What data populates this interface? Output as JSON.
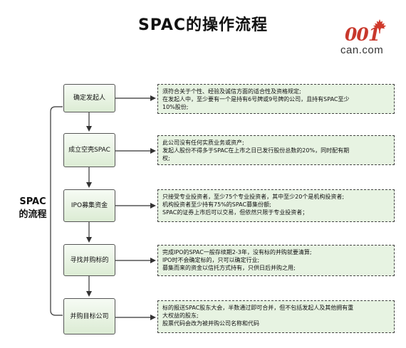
{
  "title": "SPAC的操作流程",
  "logo": {
    "number": "001",
    "domain": "can.com"
  },
  "side_label": [
    "SPAC",
    "的流程"
  ],
  "steps": [
    {
      "label": "确定发起人"
    },
    {
      "label": "成立空壳SPAC"
    },
    {
      "label": "IPO募集资金"
    },
    {
      "label": "寻找并购标的"
    },
    {
      "label": "并购目标公司"
    }
  ],
  "notes": [
    {
      "lines": [
        "须符合关于个性、经验及诚信方面的适合性及资格规定;",
        "在发起人中，至少要有一个是持有6号牌或9号牌的公司，且持有SPAC至少",
        "10%股份;"
      ]
    },
    {
      "lines": [
        "此公司没有任何实质业务或资产;",
        "发起人股份不得多于SPAC在上市之日已发行股份总数的20%，同时配有期",
        "权;"
      ]
    },
    {
      "lines": [
        "只接受专业投资者，至少75个专业投资者，其中至少20个是机构投资者;",
        "机构投资者至少持有75%的SPAC募集份额;",
        "SPAC的证券上市后可以交易，但依然只限于专业投资者；"
      ]
    },
    {
      "lines": [
        "完成IPO的SPAC一般存续期2-3年，没有标的并购就要清算;",
        " IPO时不会确定标的，只可以确定行业;",
        "募集而来的资金以信托方式持有，只供日后并购之用;"
      ]
    },
    {
      "lines": [
        "标的报送SPAC股东大会，半数通过即可合并，但不包括发起人及其他拥有重",
        "大权益的股东;",
        " 股票代码会改为被并购公司名称和代码"
      ]
    }
  ]
}
